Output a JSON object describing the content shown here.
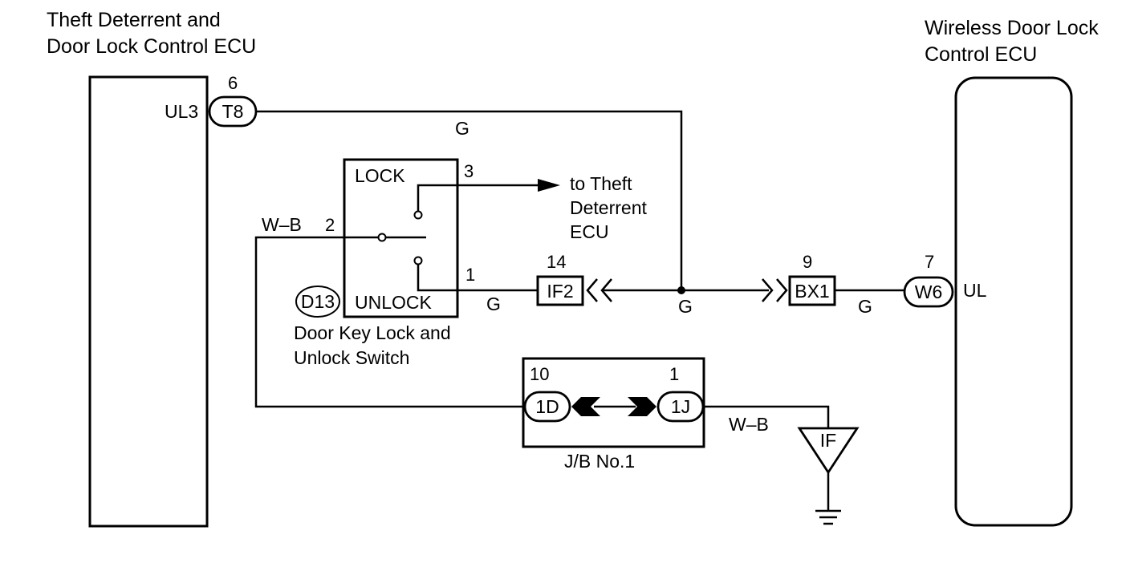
{
  "ecu_left": {
    "title_line1": "Theft Deterrent and",
    "title_line2": "Door Lock Control ECU",
    "terminal": "UL3",
    "connector": "T8",
    "pin": "6"
  },
  "ecu_right": {
    "title_line1": "Wireless Door Lock",
    "title_line2": "Control ECU",
    "terminal": "UL",
    "connector": "W6",
    "pin": "7"
  },
  "switch": {
    "connector": "D13",
    "lock_label": "LOCK",
    "unlock_label": "UNLOCK",
    "pin_lock": "3",
    "pin_common": "2",
    "pin_unlock": "1",
    "name_line1": "Door Key Lock and",
    "name_line2": "Unlock Switch",
    "arrow_line1": "to Theft",
    "arrow_line2": "Deterrent",
    "arrow_line3": "ECU"
  },
  "wires": {
    "top": "G",
    "sw_unlock": "G",
    "middle": "G",
    "right": "G",
    "switch_ground": "W–B",
    "jb_ground": "W–B"
  },
  "connectors": {
    "if2": {
      "label": "IF2",
      "pin": "14"
    },
    "bx1": {
      "label": "BX1",
      "pin": "9"
    }
  },
  "junction_block": {
    "name": "J/B No.1",
    "left_connector": "1D",
    "left_pin": "10",
    "right_connector": "1J",
    "right_pin": "1"
  },
  "ground": {
    "label": "IF"
  }
}
